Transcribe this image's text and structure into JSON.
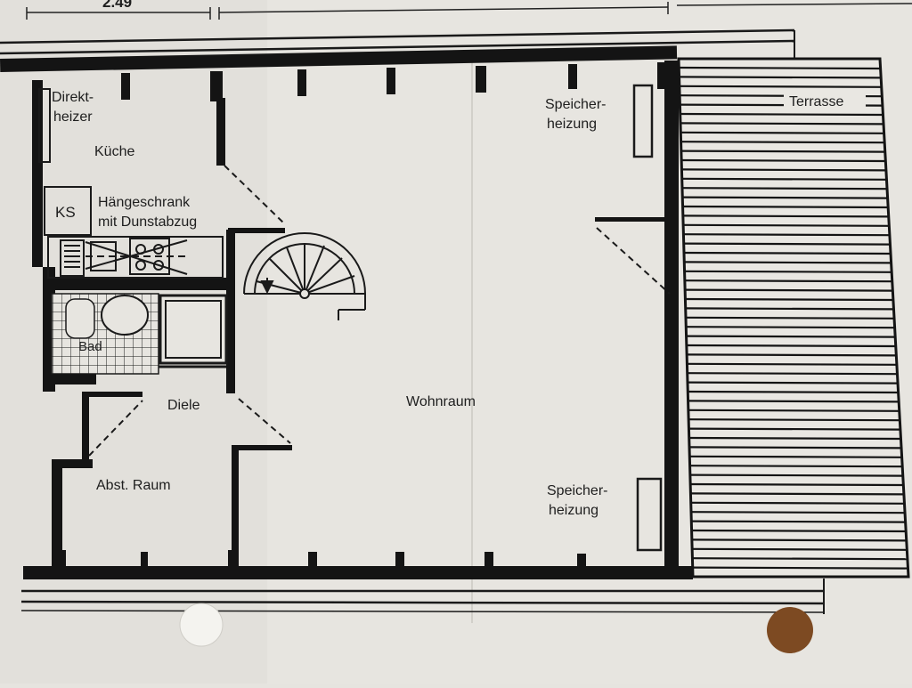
{
  "plan": {
    "dimension_top": "2.49",
    "rooms": {
      "direktheizer_line1": "Direkt-",
      "direktheizer_line2": "heizer",
      "kueche": "Küche",
      "ks": "KS",
      "haengeschrank_line1": "Hängeschrank",
      "haengeschrank_line2": "mit Dunstabzug",
      "bad": "Bad",
      "diele": "Diele",
      "abst_raum": "Abst. Raum",
      "wohnraum": "Wohnraum",
      "speicher_top_line1": "Speicher-",
      "speicher_top_line2": "heizung",
      "speicher_bottom_line1": "Speicher-",
      "speicher_bottom_line2": "heizung",
      "terrasse": "Terrasse"
    }
  }
}
